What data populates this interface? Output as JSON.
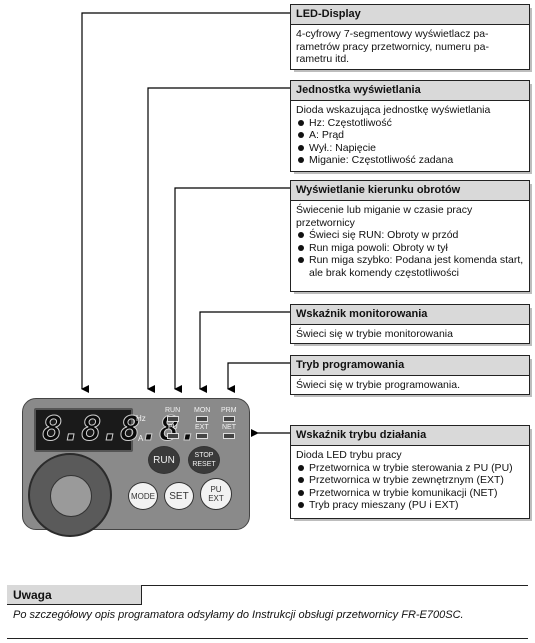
{
  "callouts": [
    {
      "title": "LED-Display",
      "intro": "4-cyfrowy 7-segmentowy wyświetlacz pa-rametrów pracy przetwornicy, numeru pa-rametru itd.",
      "items": []
    },
    {
      "title": "Jednostka wyświetlania",
      "intro": "Dioda wskazująca jednostkę wyświetlania",
      "items": [
        "Hz: Częstotliwość",
        "A: Prąd",
        "Wył.: Napięcie",
        "Miganie: Częstotliwość zadana"
      ]
    },
    {
      "title": "Wyświetlanie kierunku obrotów",
      "intro": "Świecenie lub miganie w czasie pracy przetwornicy",
      "items": [
        "Świeci się RUN: Obroty w przód",
        "Run miga powoli: Obroty w tył",
        "Run miga szybko: Podana jest komenda start, ale brak komendy częstotliwości"
      ]
    },
    {
      "title": "Wskaźnik monitorowania",
      "intro": "Świeci się w trybie monitorowania",
      "items": []
    },
    {
      "title": "Tryb programowania",
      "intro": "Świeci się w trybie programowania.",
      "items": []
    },
    {
      "title": "Wskaźnik trybu działania",
      "intro": "Dioda LED trybu pracy",
      "items": [
        "Przetwornica w trybie sterowania z PU (PU)",
        "Przetwornica w trybie zewnętrznym (EXT)",
        "Przetwornica w trybie komunikacji (NET)",
        "Tryb pracy mieszany (PU i EXT)"
      ]
    }
  ],
  "device": {
    "display_text": "8.8.8.8.",
    "unit_hz": "Hz",
    "unit_a": "A",
    "led_labels": [
      "RUN",
      "MON",
      "PRM",
      "PU",
      "EXT",
      "NET"
    ],
    "buttons": {
      "run": "RUN",
      "stop_line1": "STOP",
      "stop_line2": "RESET",
      "mode": "MODE",
      "set": "SET",
      "pu_line1": "PU",
      "pu_line2": "EXT"
    }
  },
  "note": {
    "title": "Uwaga",
    "text": "Po szczegółowy opis programatora odsyłamy do Instrukcji obsługi przetwornicy FR-E700SC."
  },
  "colors": {
    "header_bg": "#d9d9d9",
    "panel": "#8a8a8a",
    "line": "#000000"
  }
}
